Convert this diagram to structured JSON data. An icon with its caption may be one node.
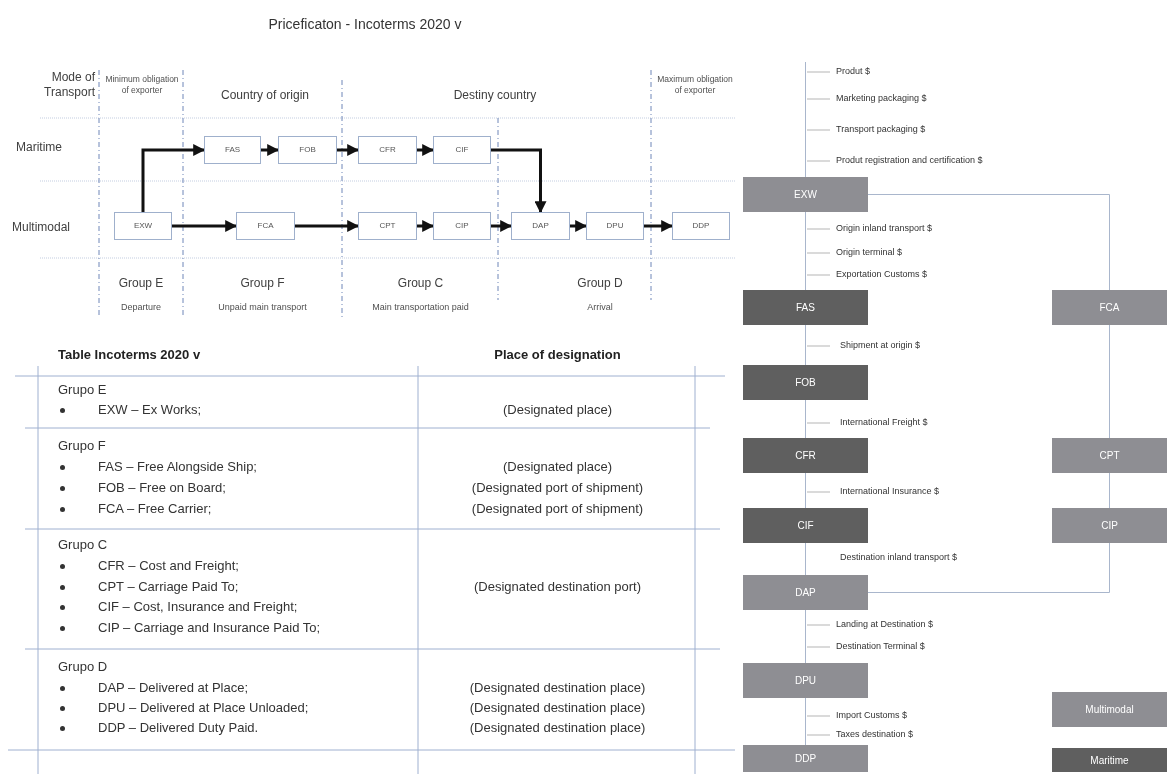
{
  "diagram": {
    "title": "Priceficaton - Incoterms 2020 v",
    "nodes": [
      {
        "text": [
          "EXW"
        ]
      },
      {
        "text": [
          "FAS"
        ]
      },
      {
        "text": [
          "FOB"
        ]
      },
      {
        "text": [
          "CFR"
        ]
      },
      {
        "text": [
          "CIF"
        ]
      },
      {
        "text": [
          "FCA"
        ]
      },
      {
        "text": [
          "CPT"
        ]
      },
      {
        "text": [
          "CIP"
        ]
      },
      {
        "text": [
          "DAP"
        ]
      },
      {
        "text": [
          "DPU"
        ]
      },
      {
        "text": [
          "DDP"
        ]
      },
      {
        "text": [
          "EXW"
        ]
      },
      {
        "text": [
          "FAS"
        ]
      },
      {
        "text": [
          "FOB"
        ]
      },
      {
        "text": [
          "CFR"
        ]
      },
      {
        "text": [
          "CIF"
        ]
      },
      {
        "text": [
          "DAP"
        ]
      },
      {
        "text": [
          "DPU"
        ]
      },
      {
        "text": [
          "DDP"
        ]
      },
      {
        "text": [
          "FCA"
        ]
      },
      {
        "text": [
          "CPT"
        ]
      },
      {
        "text": [
          "CIP"
        ]
      },
      {
        "text": [
          "Multimodal"
        ]
      },
      {
        "text": [
          "Maritime"
        ]
      }
    ],
    "edges": [
      {
        "from": 0,
        "to": 1,
        "arrow": "to",
        "style": "thick",
        "color": "#111111"
      },
      {
        "from": 1,
        "to": 2,
        "arrow": "to",
        "style": "thick",
        "color": "#111111"
      },
      {
        "from": 2,
        "to": 3,
        "arrow": "to",
        "style": "thick",
        "color": "#111111"
      },
      {
        "from": 3,
        "to": 4,
        "arrow": "to",
        "style": "thick",
        "color": "#111111"
      },
      {
        "from": 4,
        "to": 8,
        "arrow": "to",
        "style": "thick",
        "color": "#111111"
      },
      {
        "from": 0,
        "to": 5,
        "arrow": "to",
        "style": "thick",
        "color": "#111111"
      },
      {
        "from": 5,
        "to": 6,
        "arrow": "to",
        "style": "thick",
        "color": "#111111"
      },
      {
        "from": 6,
        "to": 7,
        "arrow": "to",
        "style": "thick",
        "color": "#111111"
      },
      {
        "from": 7,
        "to": 8,
        "arrow": "to",
        "style": "thick",
        "color": "#111111"
      },
      {
        "from": 8,
        "to": 9,
        "arrow": "to",
        "style": "thick",
        "color": "#111111"
      },
      {
        "from": 9,
        "to": 10,
        "arrow": "to",
        "style": "thick",
        "color": "#111111"
      },
      {
        "from": null,
        "to": 11,
        "arrow": "none"
      },
      {
        "from": 11,
        "to": 12,
        "arrow": "none"
      },
      {
        "from": 12,
        "to": 13,
        "arrow": "none"
      },
      {
        "from": 13,
        "to": 14,
        "arrow": "none"
      },
      {
        "from": 14,
        "to": 15,
        "arrow": "none"
      },
      {
        "from": 15,
        "to": 16,
        "arrow": "none"
      },
      {
        "from": 16,
        "to": 17,
        "arrow": "none"
      },
      {
        "from": 17,
        "to": 18,
        "arrow": "none"
      },
      {
        "from": 11,
        "to": 19,
        "arrow": "none"
      },
      {
        "from": 19,
        "to": 20,
        "arrow": "none"
      },
      {
        "from": 20,
        "to": 21,
        "arrow": "none"
      },
      {
        "from": 21,
        "to": 16,
        "arrow": "none"
      }
    ],
    "labels": [
      "Mode of Transport",
      "Minimum obligation of exporter",
      "Country of origin",
      "Destiny country",
      "Maximum obligation of exporter",
      "Maritime",
      "Multimodal",
      "Group E",
      "Departure",
      "Group F",
      "Unpaid main transport",
      "Group C",
      "Main transportation paid",
      "Group D",
      "Arrival",
      "Table Incoterms 2020 v",
      "Place of designation",
      "Grupo E",
      "EXW – Ex Works;",
      "(Designated place)",
      "Grupo F",
      "FAS – Free Alongside Ship;",
      "FOB – Free on Board;",
      "FCA – Free Carrier;",
      "(Designated place)",
      "(Designated port of shipment)",
      "(Designated port of shipment)",
      "Grupo C",
      "CFR – Cost and Freight;",
      "CPT – Carriage Paid To;",
      "CIF – Cost, Insurance and Freight;",
      "CIP – Carriage and Insurance Paid To;",
      "(Designated destination port)",
      "Grupo D",
      "DAP – Delivered at Place;",
      "DPU – Delivered at Place Unloaded;",
      "DDP – Delivered Duty Paid.",
      "(Designated destination place)",
      "(Designated destination place)",
      "(Designated destination place)",
      "Produt $",
      "Marketing packaging $",
      "Transport packaging $",
      "Produt registration and certification $",
      "Origin inland transport $",
      "Origin terminal $",
      "Exportation Customs $",
      "Shipment at origin $",
      "International Freight $",
      "International Insurance $",
      "Destination inland transport $",
      "Landing at Destination $",
      "Destination Terminal $",
      "Import Customs $",
      "Taxes destination $"
    ]
  }
}
